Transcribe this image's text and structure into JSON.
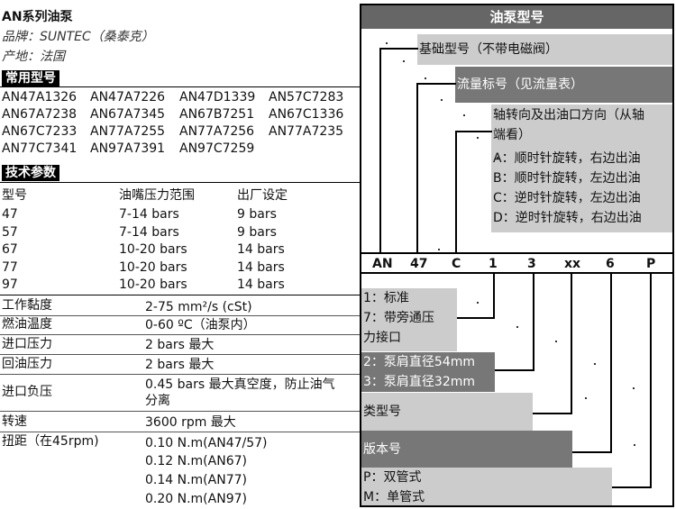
{
  "title": "AN系列油泵",
  "brand": "品牌：SUNTEC（桑泰克）",
  "origin": "产地：法国",
  "models_heading": "常用型号",
  "models": [
    [
      "AN47A1326",
      "AN47A7226",
      "AN47D1339",
      "AN57C7283"
    ],
    [
      "AN67A7238",
      "AN67A7345",
      "AN67B7251",
      "AN67C1336"
    ],
    [
      "AN67C7233",
      "AN77A7255",
      "AN77A7256",
      "AN77A7235"
    ],
    [
      "AN77C7341",
      "AN97A7391",
      "AN97C7259",
      ""
    ]
  ],
  "tech_heading": "技术参数",
  "pressure_table": {
    "headers": [
      "型号",
      "油嘴压力范围",
      "出厂设定"
    ],
    "rows": [
      [
        "47",
        "7-14 bars",
        "9 bars"
      ],
      [
        "57",
        "7-14 bars",
        "9 bars"
      ],
      [
        "67",
        "10-20 bars",
        "14 bars"
      ],
      [
        "77",
        "10-20 bars",
        "14 bars"
      ],
      [
        "97",
        "10-20 bars",
        "14 bars"
      ]
    ]
  },
  "specs": [
    {
      "label": "工作黏度",
      "value": "2-75 mm²/s (cSt)"
    },
    {
      "label": "燃油温度",
      "value": "0-60 ºC（油泵内）"
    },
    {
      "label": "进口压力",
      "value": "2 bars 最大"
    },
    {
      "label": "回油压力",
      "value": "2 bars 最大"
    },
    {
      "label": "进口负压",
      "value": "0.45 bars 最大真空度，防止油气",
      "value2": "分离"
    },
    {
      "label": "转速",
      "value": "3600 rpm 最大"
    }
  ],
  "torque": {
    "label": "扭距（在45rpm)",
    "values": [
      "0.10 N.m(AN47/57)",
      "0.12 N.m(AN67)",
      "0.14 N.m(AN77)",
      "0.20 N.m(AN97)"
    ]
  },
  "diagram": {
    "title": "油泵型号",
    "base_model": "基础型号（不带电磁阀）",
    "flow_label": "流量标号（见流量表）",
    "rotation_title_1": "轴转向及出油口方向（从轴",
    "rotation_title_2": "端看）",
    "rotation_options": [
      "A：顺时针旋转，右边出油",
      "B：顺时针旋转，左边出油",
      "C：逆时针旋转，左边出油",
      "D：逆时针旋转，右边出油"
    ],
    "code": [
      "AN",
      "47",
      "C",
      "1",
      "3",
      "xx",
      "6",
      "P"
    ],
    "config_1": "1：标准",
    "config_7a": "7：带旁通压",
    "config_7b": "力接口",
    "shoulder_2": "2：泵肩直径54mm",
    "shoulder_3": "3：泵肩直径32mm",
    "type_no": "类型号",
    "version_no": "版本号",
    "pipe_p": "P：双管式",
    "pipe_m": "M：单管式"
  }
}
